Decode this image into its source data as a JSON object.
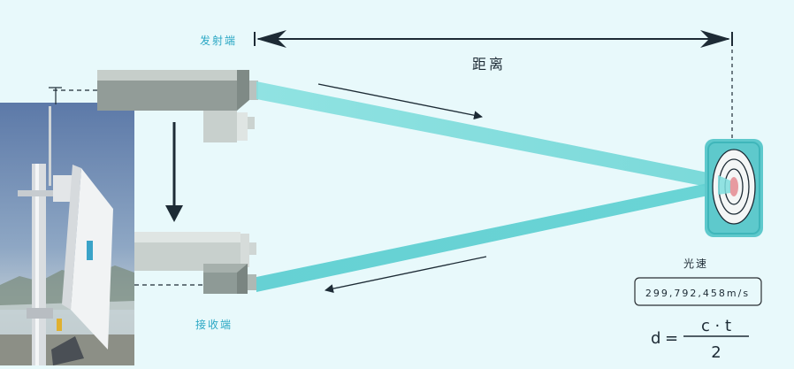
{
  "labels": {
    "transmitter": "发射端",
    "receiver": "接收端",
    "distance": "距离",
    "light_speed": "光速",
    "light_speed_value": "299,792,458m/s"
  },
  "formula": {
    "lhs": "d",
    "eq": "=",
    "numerator": "c · t",
    "denominator": "2"
  },
  "colors": {
    "background": "#e8f9fb",
    "beam": "#7fdede",
    "accent_text": "#2aa7c4",
    "dark": "#1d2b35",
    "device_dark": "#8e9a96",
    "device_light": "#c8d0cd",
    "target_bg": "#5ec9cc"
  },
  "icons": [
    "antenna-photo",
    "target-icon",
    "laser-emitter",
    "laser-receiver"
  ]
}
